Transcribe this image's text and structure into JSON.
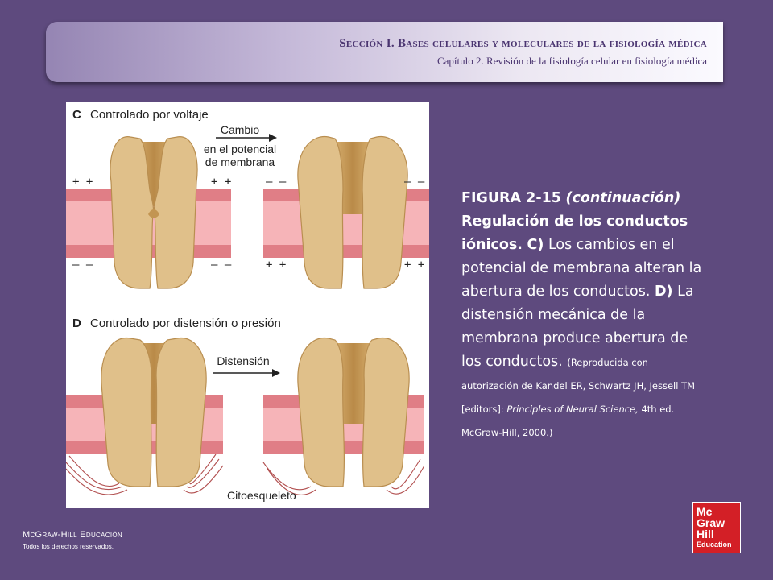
{
  "header": {
    "section": "Sección I.  Bases celulares y moleculares de la fisiología médica",
    "chapter": "Capítulo 2.  Revisión de la fisiología celular en fisiología médica"
  },
  "figure": {
    "panel_c": {
      "letter": "C",
      "title": "Controlado por voltaje",
      "arrow_label": [
        "Cambio",
        "en el potencial",
        "de membrana"
      ],
      "left_top_charge": "+ +",
      "left_bottom_charge": "– –",
      "right_top_charge": "– –",
      "right_bottom_charge": "+ +"
    },
    "panel_d": {
      "letter": "D",
      "title": "Controlado por distensión o presión",
      "arrow_label": "Distensión",
      "cytoskeleton_label": "Citoesqueleto"
    }
  },
  "caption": {
    "figure_number": "FIGURA 2-15",
    "continuation": "(continuación)",
    "title": "Regulación de los conductos iónicos.",
    "c_label": "C)",
    "c_text": "Los cambios en el potencial de membrana alteran la abertura de los conductos.",
    "d_label": "D)",
    "d_text": "La distensión mecánica de la membrana produce abertura de los conductos.",
    "source_prefix": "(Reproducida con autorización de Kandel ER, Schwartz JH, Jessell TM [editors]: ",
    "source_book": "Principles of Neural Science,",
    "source_suffix": " 4th ed. McGraw-Hill, 2000.)"
  },
  "footer": {
    "brand": "McGraw-Hill Educación",
    "rights": "Todos los derechos reservados."
  },
  "logo": {
    "line1": "Mc",
    "line2": "Graw",
    "line3": "Hill",
    "line4": "Education"
  },
  "colors": {
    "background": "#5e4a7e",
    "membrane_band": "#e07e86",
    "membrane_core": "#f6b4b8",
    "channel": "#e0c08a",
    "channel_dark": "#c29552",
    "logo_red": "#d31f26"
  }
}
